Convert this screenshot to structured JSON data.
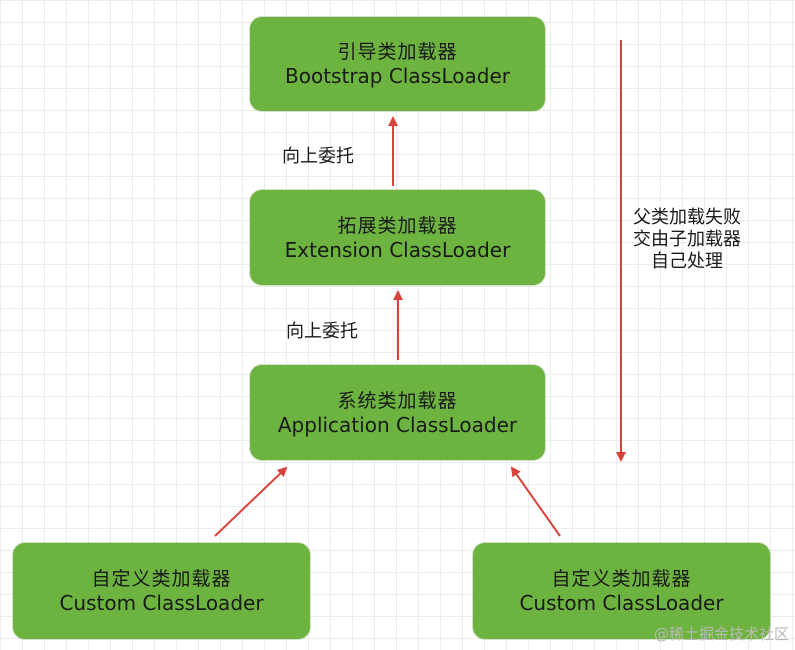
{
  "nodes": {
    "bootstrap": {
      "cn": "引导类加载器",
      "en": "Bootstrap ClassLoader"
    },
    "extension": {
      "cn": "拓展类加载器",
      "en": "Extension ClassLoader"
    },
    "application": {
      "cn": "系统类加载器",
      "en": "Application ClassLoader"
    },
    "custom_left": {
      "cn": "自定义类加载器",
      "en": "Custom ClassLoader"
    },
    "custom_right": {
      "cn": "自定义类加载器",
      "en": "Custom ClassLoader"
    }
  },
  "edges": {
    "delegate_upper": "向上委托",
    "delegate_lower": "向上委托"
  },
  "side_note": {
    "lines": [
      "父类加载失败",
      "交由子加载器",
      "自己处理"
    ]
  },
  "watermark": "@稀土掘金技术社区",
  "colors": {
    "node_fill": "#6cb33f",
    "arrow": "#d9423a",
    "grid": "#ececec"
  }
}
